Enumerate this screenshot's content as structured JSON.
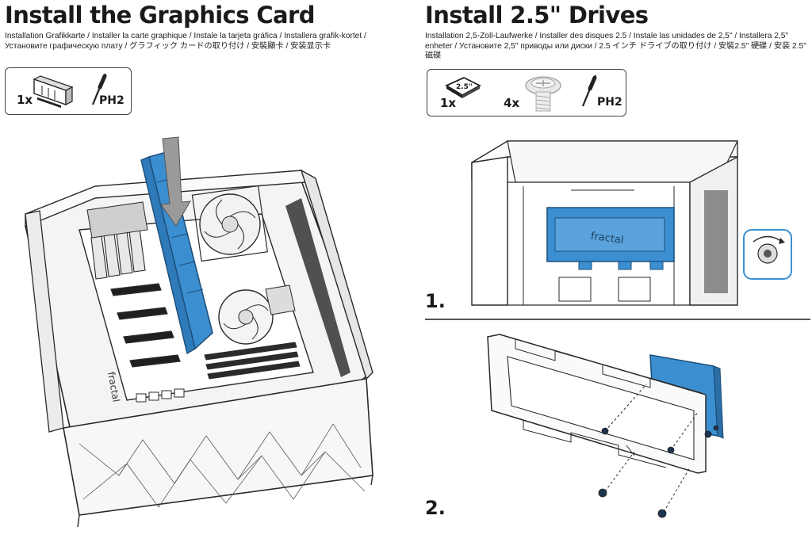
{
  "left": {
    "title": "Install the Graphics Card",
    "subtitle": "Installation Grafikkarte / Installer la carte graphique / Instale la tarjeta gráfica / Installera grafik-kortet / Установите графическую плату / グラフィック カードの取り付け / 安裝顯卡 / 安装显示卡",
    "parts": {
      "card_qty": "1x",
      "tool_label": "PH2"
    }
  },
  "right": {
    "title": "Install 2.5\" Drives",
    "subtitle": "Installation 2,5-Zoll-Laufwerke / Installer des disques 2.5 / Instale las unidades de 2,5\" / Installera 2,5\" enheter / Установите 2,5\" приводы или диски / 2.5 インチ ドライブの取り付け / 安裝2.5\" 硬碟 / 安装 2.5\" 磁碟",
    "parts": {
      "drive_qty": "1x",
      "drive_label": "2.5\"",
      "screw_qty": "4x",
      "tool_label": "PH2"
    },
    "step1": "1.",
    "step2": "2.",
    "bracket_brand": "fractal"
  },
  "case_brand": "fractal",
  "colors": {
    "accent_blue": "#3b8fd1",
    "line": "#2a2a2a",
    "gray": "#8a8a8a"
  }
}
